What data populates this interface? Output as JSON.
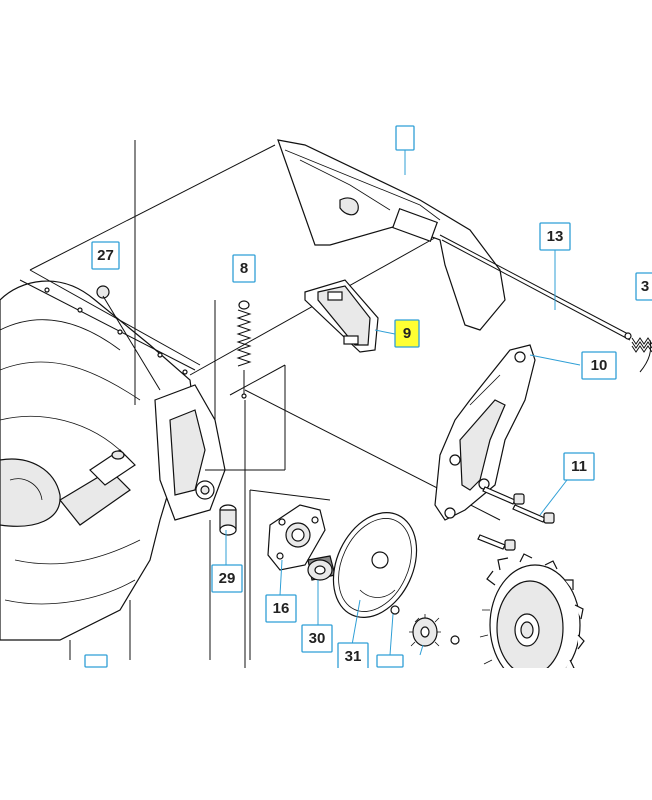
{
  "diagram": {
    "highlight_color": "#ffff33",
    "callout_color": "#2f9fd6",
    "callouts": [
      {
        "id": "27",
        "label": "27",
        "highlighted": false
      },
      {
        "id": "8",
        "label": "8",
        "highlighted": false
      },
      {
        "id": "9",
        "label": "9",
        "highlighted": true
      },
      {
        "id": "13",
        "label": "13",
        "highlighted": false
      },
      {
        "id": "3",
        "label": "3",
        "highlighted": false
      },
      {
        "id": "10",
        "label": "10",
        "highlighted": false
      },
      {
        "id": "11",
        "label": "11",
        "highlighted": false
      },
      {
        "id": "29",
        "label": "29",
        "highlighted": false
      },
      {
        "id": "16",
        "label": "16",
        "highlighted": false
      },
      {
        "id": "30",
        "label": "30",
        "highlighted": false
      },
      {
        "id": "31",
        "label": "31",
        "highlighted": false
      },
      {
        "id": "7",
        "label": "",
        "highlighted": false
      }
    ]
  }
}
